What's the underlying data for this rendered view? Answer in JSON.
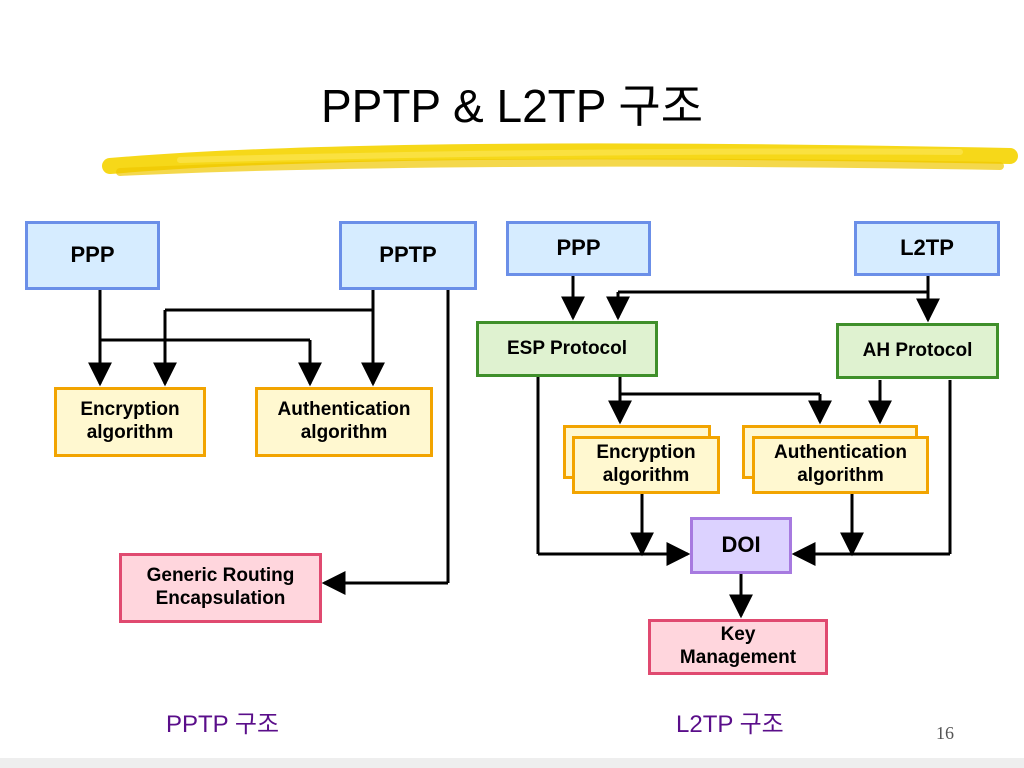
{
  "slide": {
    "title": "PPTP & L2TP 구조",
    "page_number": "16"
  },
  "pptp_diagram": {
    "caption": "PPTP 구조",
    "ppp": "PPP",
    "pptp": "PPTP",
    "encryption": "Encryption\nalgorithm",
    "authentication": "Authentication\nalgorithm",
    "gre": "Generic Routing\nEncapsulation"
  },
  "l2tp_diagram": {
    "caption": "L2TP 구조",
    "ppp": "PPP",
    "l2tp": "L2TP",
    "esp": "ESP Protocol",
    "ah": "AH Protocol",
    "encryption": "Encryption\nalgorithm",
    "authentication": "Authentication\nalgorithm",
    "doi": "DOI",
    "key_management": "Key\nManagement"
  },
  "colors": {
    "highlight_stroke": "#f5d400",
    "box_blue": "#d6ecff",
    "box_green": "#dff2d0",
    "box_yellow": "#fff8d0",
    "box_pink": "#ffd6dd",
    "box_purple": "#dcd2ff",
    "caption_text": "#5a0e8a"
  }
}
